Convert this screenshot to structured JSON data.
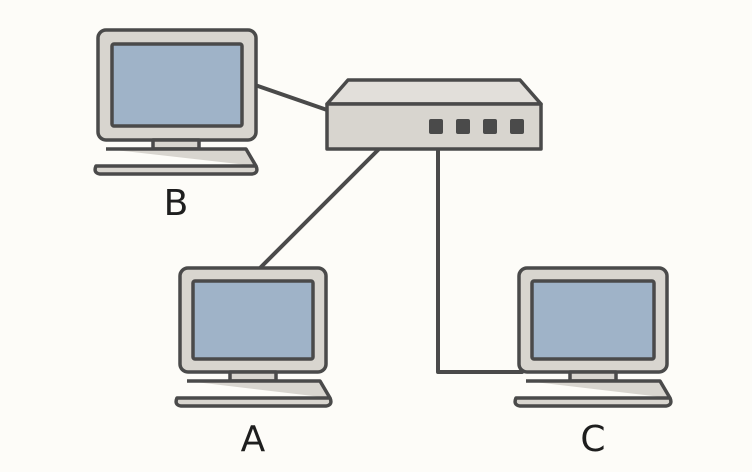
{
  "diagram": {
    "nodes": [
      {
        "id": "B",
        "label": "B",
        "kind": "computer-icon"
      },
      {
        "id": "A",
        "label": "A",
        "kind": "computer-icon"
      },
      {
        "id": "C",
        "label": "C",
        "kind": "computer-icon"
      },
      {
        "id": "switch",
        "label": "",
        "kind": "network-switch-icon",
        "ports": 4
      }
    ],
    "edges": [
      {
        "from": "B",
        "to": "switch"
      },
      {
        "from": "A",
        "to": "switch"
      },
      {
        "from": "C",
        "to": "switch"
      }
    ],
    "colors": {
      "background": "#fdfcf8",
      "outline": "#4a4a4a",
      "device_body": "#d8d5cf",
      "screen": "#9fb3c8",
      "port": "#4a4a4a",
      "label": "#1e1e1e"
    }
  }
}
